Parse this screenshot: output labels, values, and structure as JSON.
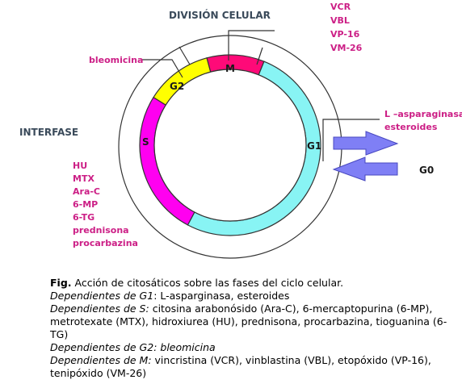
{
  "header": {
    "title": "DIVISIÓN CELULAR",
    "side_label": "INTERFASE"
  },
  "phases": {
    "m": "M",
    "g2": "G2",
    "s": "S",
    "g1": "G1",
    "g0": "G0"
  },
  "colors": {
    "m": "#ff0a78",
    "g2": "#ffff00",
    "s": "#ff00f0",
    "g1": "#88f4f4",
    "arrow": "#7f7ff5",
    "drug_text": "#cc1f86"
  },
  "drugs": {
    "m": [
      "VCR",
      "VBL",
      "VP-16",
      "VM-26"
    ],
    "g2": [
      "bleomicina"
    ],
    "g1": [
      "L –asparaginasa",
      "esteroides"
    ],
    "s": [
      "HU",
      "MTX",
      "Ara-C",
      "6-MP",
      "6-TG",
      "prednisona",
      "procarbazina"
    ]
  },
  "caption": {
    "fig_label": "Fig.",
    "fig_text": " Acción de citosáticos sobre las fases del ciclo celular.",
    "g1_label": "Dependientes de G1",
    "g1_text": ": L-asparginasa, esteroides",
    "s_label": "Dependientes de S:",
    "s_text": " citosina arabonósido (Ara-C), 6-mercaptopurina (6-MP), metrotexate (MTX), hidroxiurea (HU), prednisona, procarbazina, tioguanina (6-TG)",
    "g2_label": "Dependientes de G2: bleomicina",
    "m_label": "Dependientes de M:",
    "m_text": " vincristina (VCR), vinblastina (VBL), etopóxido (VP-16), tenipóxido (VM-26)"
  }
}
